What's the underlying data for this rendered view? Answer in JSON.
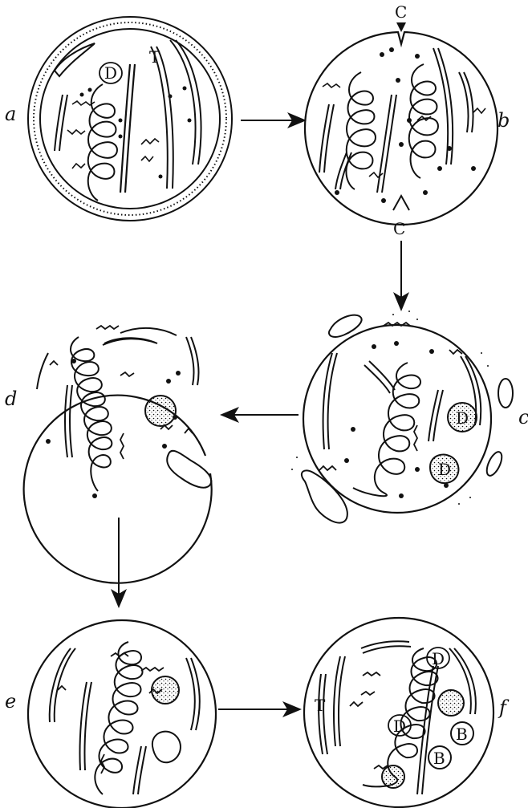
{
  "panels": [
    {
      "id": "a",
      "label": "a"
    },
    {
      "id": "b",
      "label": "b"
    },
    {
      "id": "c",
      "label": "c"
    },
    {
      "id": "d",
      "label": "d"
    },
    {
      "id": "e",
      "label": "e"
    },
    {
      "id": "f",
      "label": "f"
    }
  ],
  "annotations": {
    "a_D": "D",
    "a_T": "T",
    "b_C_top": "C",
    "b_C_bottom": "C",
    "c_D1": "D",
    "c_D2": "D",
    "f_D1": "D",
    "f_D2": "D",
    "f_T": "T",
    "f_B1": "B",
    "f_B2": "B"
  },
  "colors": {
    "ink": "#111111",
    "paper": "#ffffff"
  }
}
